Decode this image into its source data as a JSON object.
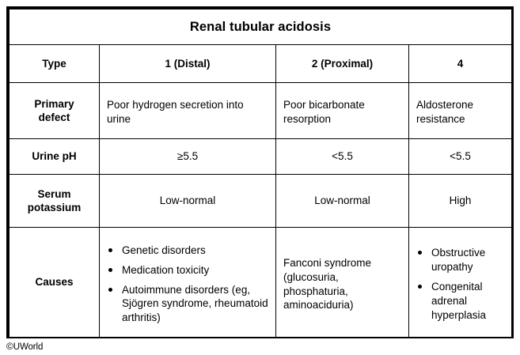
{
  "table": {
    "title": "Renal tubular acidosis",
    "columns": [
      {
        "key": "label",
        "header": "Type"
      },
      {
        "key": "type1",
        "header": "1 (Distal)"
      },
      {
        "key": "type2",
        "header": "2 (Proximal)"
      },
      {
        "key": "type4",
        "header": "4"
      }
    ],
    "rows": [
      {
        "label": "Primary defect",
        "label_line1": "Primary",
        "label_line2": "defect",
        "type1": "Poor hydrogen secretion into urine",
        "type2": "Poor bicarbonate resorption",
        "type4": "Aldosterone resistance"
      },
      {
        "label": "Urine pH",
        "type1": "≥5.5",
        "type2": "<5.5",
        "type4": "<5.5"
      },
      {
        "label": "Serum potassium",
        "label_line1": "Serum",
        "label_line2": "potassium",
        "type1": "Low-normal",
        "type2": "Low-normal",
        "type4": "High"
      },
      {
        "label": "Causes",
        "type1_bullets": [
          "Genetic disorders",
          "Medication toxicity",
          "Autoimmune disorders (eg, Sjögren syndrome, rheumatoid arthritis)"
        ],
        "type2": "Fanconi syndrome (glucosuria, phosphaturia, aminoaciduria)",
        "type4_bullets": [
          "Obstructive uropathy",
          "Congenital adrenal hyperplasia"
        ]
      }
    ]
  },
  "footer": {
    "copyright_mark": "©",
    "attribution": "UWorld"
  },
  "colors": {
    "border": "#000000",
    "text": "#000000",
    "background": "#ffffff"
  }
}
